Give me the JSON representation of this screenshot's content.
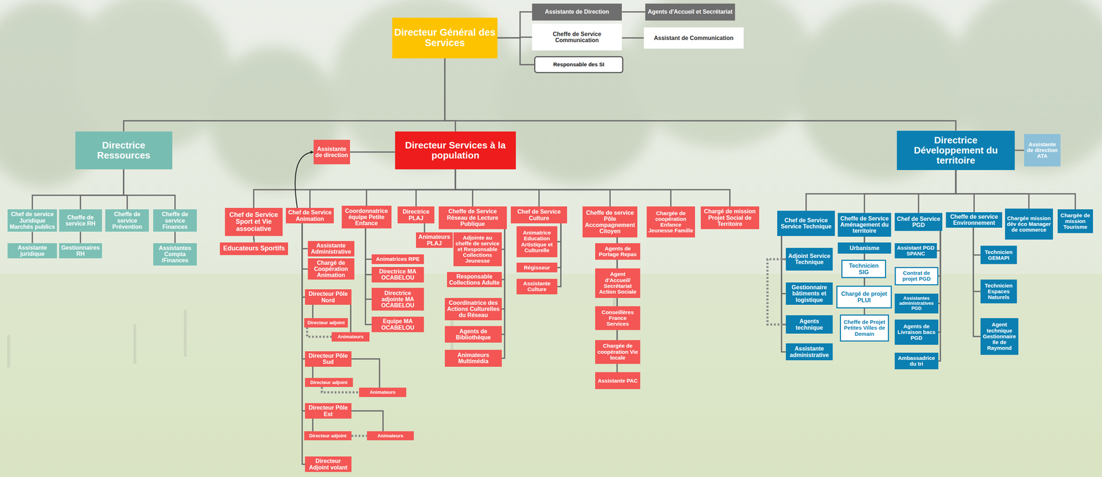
{
  "diagram": {
    "nodes": [
      {
        "text": [
          "Directeur Général des Services"
        ]
      },
      {
        "text": [
          "Assistante de Direction"
        ]
      },
      {
        "text": [
          "Agents d'Accueil et Secrétariat"
        ]
      },
      {
        "text": [
          "Cheffe de Service Communication"
        ]
      },
      {
        "text": [
          "Assistant de Communication"
        ]
      },
      {
        "text": [
          "Responsable des SI"
        ]
      },
      {
        "text": [
          "Directrice Ressources"
        ]
      },
      {
        "text": [
          "Chef de service Juridique Marchés publics"
        ]
      },
      {
        "text": [
          "Assistante juridique"
        ]
      },
      {
        "text": [
          "Cheffe de service RH"
        ]
      },
      {
        "text": [
          "Gestionnaires RH"
        ]
      },
      {
        "text": [
          "Cheffe de service Prévention"
        ]
      },
      {
        "text": [
          "Cheffe de service Finances"
        ]
      },
      {
        "text": [
          "Assistantes Compta /Finances"
        ]
      },
      {
        "text": [
          "Directeur Services à la population"
        ]
      },
      {
        "text": [
          "Assistante de direction"
        ]
      },
      {
        "text": [
          "Chef de Service Sport et Vie associative"
        ]
      },
      {
        "text": [
          "Educateurs Sportifs"
        ]
      },
      {
        "text": [
          "Chef de Service Animation"
        ]
      },
      {
        "text": [
          "Assistante Administrative"
        ]
      },
      {
        "text": [
          "Chargé de Coopération Animation"
        ]
      },
      {
        "text": [
          "Directeur Pôle Nord"
        ]
      },
      {
        "text": [
          "Directeur adjoint"
        ]
      },
      {
        "text": [
          "Animateurs"
        ]
      },
      {
        "text": [
          "Directeur Pôle Sud"
        ]
      },
      {
        "text": [
          "Directeur adjoint"
        ]
      },
      {
        "text": [
          "Animateurs"
        ]
      },
      {
        "text": [
          "Directeur Pôle Est"
        ]
      },
      {
        "text": [
          "Directeur adjoint"
        ]
      },
      {
        "text": [
          "Animateurs"
        ]
      },
      {
        "text": [
          "Directeur Adjoint volant"
        ]
      },
      {
        "text": [
          "Coordonnatrice équipe Petite Enfance"
        ]
      },
      {
        "text": [
          "Animatrices RPE"
        ]
      },
      {
        "text": [
          "Directrice MA OCABELOU"
        ]
      },
      {
        "text": [
          "Directrice adjointe MA OCABELOU"
        ]
      },
      {
        "text": [
          "Equipe MA OCABELOU"
        ]
      },
      {
        "text": [
          "Directrice PLAJ"
        ]
      },
      {
        "text": [
          "Animateurs PLAJ"
        ]
      },
      {
        "text": [
          "Cheffe de Service Réseau de Lecture Publique"
        ]
      },
      {
        "text": [
          "Adjointe au cheffe de service et Responsable Collections Jeunesse"
        ]
      },
      {
        "text": [
          "Responsable Collections Adulte"
        ]
      },
      {
        "text": [
          "Coordinatrice des Actions Culturelles du Réseau"
        ]
      },
      {
        "text": [
          "Agents de Bibliothèque"
        ]
      },
      {
        "text": [
          "Animateurs Multimédia"
        ]
      },
      {
        "text": [
          "Chef de Service Culture"
        ]
      },
      {
        "text": [
          "Animatrice Education Artistique et Culturelle"
        ]
      },
      {
        "text": [
          "Régisseur"
        ]
      },
      {
        "text": [
          "Assistante Culture"
        ]
      },
      {
        "text": [
          "Cheffe de service Pôle Accompagnement Citoyen"
        ]
      },
      {
        "text": [
          "Agents de Portage Repas"
        ]
      },
      {
        "text": [
          "Agent d'Accueil/ Secrétariat Action Sociale"
        ]
      },
      {
        "text": [
          "Conseillères France Services"
        ]
      },
      {
        "text": [
          "Chargée de coopération Vie locale"
        ]
      },
      {
        "text": [
          "Assistante PAC"
        ]
      },
      {
        "text": [
          "Chargée de coopération Enfance Jeunesse Famille"
        ]
      },
      {
        "text": [
          "Chargé de mission Projet Social de Territoire"
        ]
      },
      {
        "text": [
          "Directrice Développement du territoire"
        ]
      },
      {
        "text": [
          "Assistante de direction ATA"
        ]
      },
      {
        "text": [
          "Chef de Service Service Technique"
        ]
      },
      {
        "text": [
          "Adjoint Service Technique"
        ]
      },
      {
        "text": [
          "Gestionnaire bâtiments et logistique"
        ]
      },
      {
        "text": [
          "Agents technique"
        ]
      },
      {
        "text": [
          "Assistante administrative"
        ]
      },
      {
        "text": [
          "Cheffe de Service Aménagement du territoire"
        ]
      },
      {
        "text": [
          "Urbanisme"
        ]
      },
      {
        "text": [
          "Technicien SIG"
        ]
      },
      {
        "text": [
          "Chargé de projet PLUI"
        ]
      },
      {
        "text": [
          "Cheffe de Projet Petites Villes de Demain"
        ]
      },
      {
        "text": [
          "Chef de Service PGD"
        ]
      },
      {
        "text": [
          "Assistant PGD SPANC"
        ]
      },
      {
        "text": [
          "Contrat de projet PGD"
        ]
      },
      {
        "text": [
          "Assistantes administratives PGD"
        ]
      },
      {
        "text": [
          "Agents de Livraison bacs PGD"
        ]
      },
      {
        "text": [
          "Ambassadrice du tri"
        ]
      },
      {
        "text": [
          "Cheffe de service Environnement"
        ]
      },
      {
        "text": [
          "Technicien GEMAPI"
        ]
      },
      {
        "text": [
          "Technicien Espaces Naturels"
        ]
      },
      {
        "text": [
          "Agent technique Gestionnaire Ile de Raymond"
        ]
      },
      {
        "text": [
          "Chargée mission dév éco Manager de commerce"
        ]
      },
      {
        "text": [
          "Chargée de mission Tourisme"
        ]
      }
    ],
    "edges": [
      {
        "from": 0,
        "to": 1,
        "arrow": "none"
      },
      {
        "from": 0,
        "to": 3,
        "arrow": "none"
      },
      {
        "from": 0,
        "to": 5,
        "arrow": "none"
      },
      {
        "from": 1,
        "to": 2,
        "arrow": "none"
      },
      {
        "from": 3,
        "to": 4,
        "arrow": "none"
      },
      {
        "from": 0,
        "to": 6,
        "arrow": "none"
      },
      {
        "from": 0,
        "to": 14,
        "arrow": "none"
      },
      {
        "from": 0,
        "to": 56,
        "arrow": "none"
      },
      {
        "from": 6,
        "to": 7,
        "arrow": "none"
      },
      {
        "from": 6,
        "to": 9,
        "arrow": "none"
      },
      {
        "from": 6,
        "to": 11,
        "arrow": "none"
      },
      {
        "from": 6,
        "to": 12,
        "arrow": "none"
      },
      {
        "from": 7,
        "to": 8,
        "arrow": "none"
      },
      {
        "from": 9,
        "to": 10,
        "arrow": "none"
      },
      {
        "from": 12,
        "to": 13,
        "arrow": "none"
      },
      {
        "from": 14,
        "to": 15,
        "arrow": "none"
      },
      {
        "from": 14,
        "to": 16,
        "arrow": "none"
      },
      {
        "from": 14,
        "to": 18,
        "arrow": "none"
      },
      {
        "from": 14,
        "to": 31,
        "arrow": "none"
      },
      {
        "from": 14,
        "to": 36,
        "arrow": "none"
      },
      {
        "from": 14,
        "to": 38,
        "arrow": "none"
      },
      {
        "from": 14,
        "to": 44,
        "arrow": "none"
      },
      {
        "from": 14,
        "to": 48,
        "arrow": "none"
      },
      {
        "from": 14,
        "to": 54,
        "arrow": "none"
      },
      {
        "from": 14,
        "to": 55,
        "arrow": "none"
      },
      {
        "from": 16,
        "to": 17,
        "arrow": "none"
      },
      {
        "from": 18,
        "to": 15,
        "arrow": "to"
      },
      {
        "from": 18,
        "to": 19,
        "arrow": "none"
      },
      {
        "from": 18,
        "to": 20,
        "arrow": "none"
      },
      {
        "from": 18,
        "to": 21,
        "arrow": "none"
      },
      {
        "from": 18,
        "to": 24,
        "arrow": "none"
      },
      {
        "from": 18,
        "to": 27,
        "arrow": "none"
      },
      {
        "from": 18,
        "to": 30,
        "arrow": "none"
      },
      {
        "from": 21,
        "to": 22,
        "arrow": "none"
      },
      {
        "from": 21,
        "to": 23,
        "arrow": "none"
      },
      {
        "from": 22,
        "to": 23,
        "arrow": "none"
      },
      {
        "from": 24,
        "to": 25,
        "arrow": "none"
      },
      {
        "from": 24,
        "to": 26,
        "arrow": "none"
      },
      {
        "from": 25,
        "to": 26,
        "arrow": "none"
      },
      {
        "from": 27,
        "to": 28,
        "arrow": "none"
      },
      {
        "from": 27,
        "to": 29,
        "arrow": "none"
      },
      {
        "from": 28,
        "to": 29,
        "arrow": "none"
      },
      {
        "from": 31,
        "to": 32,
        "arrow": "none"
      },
      {
        "from": 31,
        "to": 33,
        "arrow": "none"
      },
      {
        "from": 31,
        "to": 34,
        "arrow": "none"
      },
      {
        "from": 31,
        "to": 35,
        "arrow": "none"
      },
      {
        "from": 36,
        "to": 37,
        "arrow": "none"
      },
      {
        "from": 38,
        "to": 39,
        "arrow": "none"
      },
      {
        "from": 38,
        "to": 40,
        "arrow": "none"
      },
      {
        "from": 38,
        "to": 41,
        "arrow": "none"
      },
      {
        "from": 38,
        "to": 42,
        "arrow": "none"
      },
      {
        "from": 38,
        "to": 43,
        "arrow": "none"
      },
      {
        "from": 44,
        "to": 45,
        "arrow": "none"
      },
      {
        "from": 44,
        "to": 46,
        "arrow": "none"
      },
      {
        "from": 44,
        "to": 47,
        "arrow": "none"
      },
      {
        "from": 48,
        "to": 49,
        "arrow": "none"
      },
      {
        "from": 48,
        "to": 50,
        "arrow": "none"
      },
      {
        "from": 48,
        "to": 51,
        "arrow": "none"
      },
      {
        "from": 48,
        "to": 52,
        "arrow": "none"
      },
      {
        "from": 48,
        "to": 53,
        "arrow": "none"
      },
      {
        "from": 56,
        "to": 57,
        "arrow": "none"
      },
      {
        "from": 56,
        "to": 58,
        "arrow": "none"
      },
      {
        "from": 56,
        "to": 63,
        "arrow": "none"
      },
      {
        "from": 56,
        "to": 68,
        "arrow": "none"
      },
      {
        "from": 56,
        "to": 74,
        "arrow": "none"
      },
      {
        "from": 56,
        "to": 78,
        "arrow": "none"
      },
      {
        "from": 56,
        "to": 79,
        "arrow": "none"
      },
      {
        "from": 58,
        "to": 59,
        "arrow": "none"
      },
      {
        "from": 58,
        "to": 60,
        "arrow": "none"
      },
      {
        "from": 58,
        "to": 61,
        "arrow": "none"
      },
      {
        "from": 58,
        "to": 62,
        "arrow": "none"
      },
      {
        "from": 59,
        "to": 61,
        "arrow": "none"
      },
      {
        "from": 63,
        "to": 64,
        "arrow": "none"
      },
      {
        "from": 63,
        "to": 65,
        "arrow": "none"
      },
      {
        "from": 63,
        "to": 66,
        "arrow": "none"
      },
      {
        "from": 63,
        "to": 67,
        "arrow": "none"
      },
      {
        "from": 68,
        "to": 69,
        "arrow": "none"
      },
      {
        "from": 68,
        "to": 70,
        "arrow": "none"
      },
      {
        "from": 68,
        "to": 71,
        "arrow": "none"
      },
      {
        "from": 68,
        "to": 72,
        "arrow": "none"
      },
      {
        "from": 68,
        "to": 73,
        "arrow": "none"
      },
      {
        "from": 74,
        "to": 75,
        "arrow": "none"
      },
      {
        "from": 74,
        "to": 76,
        "arrow": "none"
      },
      {
        "from": 74,
        "to": 77,
        "arrow": "none"
      }
    ]
  }
}
